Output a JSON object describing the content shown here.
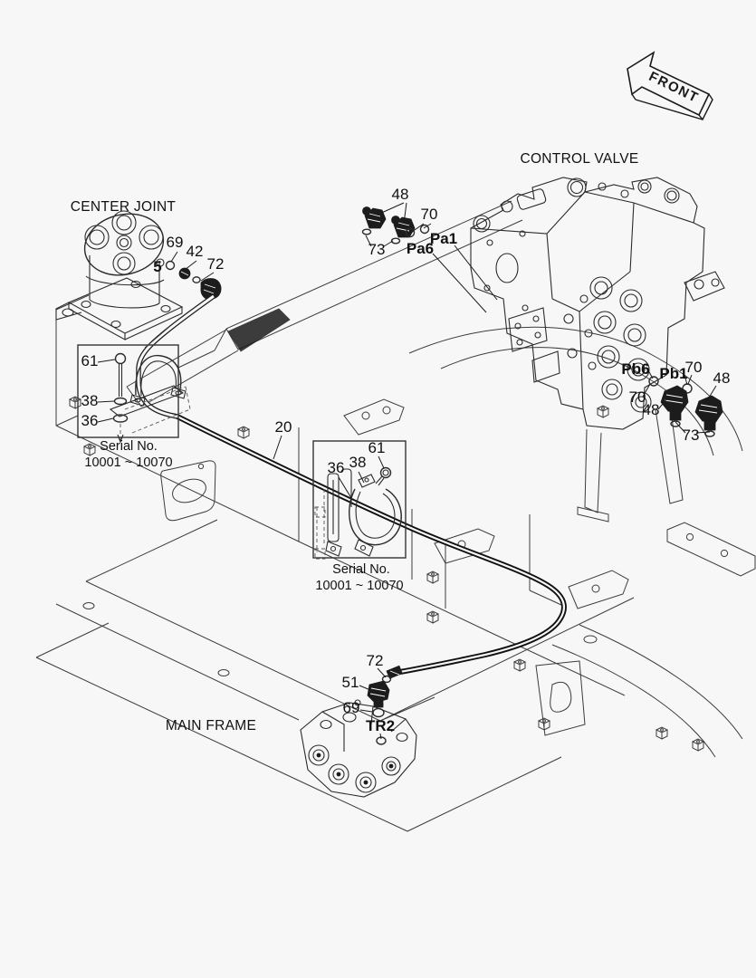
{
  "colors": {
    "background": "#f7f7f7",
    "line": "#2b2b2b",
    "text": "#111111"
  },
  "titles": {
    "front": "FRONT",
    "control_valve": "CONTROL VALVE",
    "center_joint": "CENTER JOINT",
    "main_frame": "MAIN FRAME"
  },
  "serial_note_1": {
    "line1": "Serial No.",
    "line2": "10001 ~ 10070"
  },
  "serial_note_2": {
    "line1": "Serial No.",
    "line2": "10001 ~ 10070"
  },
  "callouts": {
    "top_48": "48",
    "top_70": "70",
    "top_73": "73",
    "pa6": "Pa6",
    "pa1": "Pa1",
    "cj_69": "69",
    "cj_42": "42",
    "cj_5": "5",
    "cj_72": "72",
    "b1_61": "61",
    "b1_38": "38",
    "b1_36": "36",
    "hose_20": "20",
    "b2_36": "36",
    "b2_38": "38",
    "b2_61": "61",
    "pb6": "Pb6",
    "pb1": "Pb1",
    "r_70a": "70",
    "r_48a": "48",
    "r_70b": "70",
    "r_48b": "48",
    "r_73": "73",
    "bt_72": "72",
    "bt_51": "51",
    "bt_69": "69",
    "tr2": "TR2"
  }
}
